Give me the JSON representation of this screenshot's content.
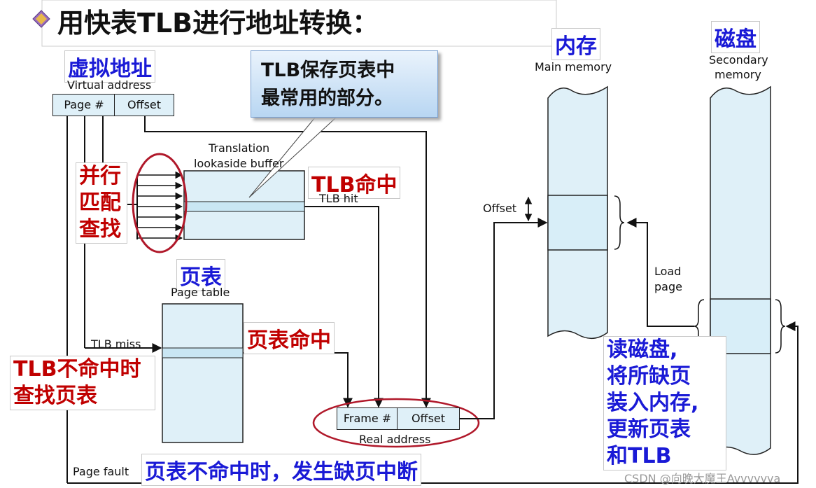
{
  "title": "用快表TLB进行地址转换：",
  "virtual_address": {
    "cn": "虚拟地址",
    "en": "Virtual address",
    "page_label": "Page #",
    "offset_label": "Offset"
  },
  "tlb": {
    "en_line1": "Translation",
    "en_line2": "lookaside buffer",
    "hit_cn": "TLB命中",
    "hit_en": "TLB hit",
    "callout_line1": "TLB保存页表中",
    "callout_line2": "最常用的部分。"
  },
  "parallel": {
    "line1": "并行",
    "line2": "匹配",
    "line3": "查找"
  },
  "page_table": {
    "cn": "页表",
    "en": "Page table",
    "hit_cn": "页表命中"
  },
  "tlb_miss": {
    "en": "TLB miss",
    "cn_line1": "TLB不命中时",
    "cn_line2": "查找页表"
  },
  "real_address": {
    "frame_label": "Frame #",
    "offset_label": "Offset",
    "en": "Real address"
  },
  "page_fault": {
    "en": "Page fault",
    "cn": "页表不命中时，发生缺页中断"
  },
  "main_memory": {
    "cn": "内存",
    "en": "Main memory",
    "offset_label": "Offset"
  },
  "secondary": {
    "cn": "磁盘",
    "en_line1": "Secondary",
    "en_line2": "memory",
    "load_line1": "Load",
    "load_line2": "page"
  },
  "disk_read": {
    "line1": "读磁盘,",
    "line2": "将所缺页",
    "line3": "装入内存,",
    "line4": "更新页表",
    "line5": "和TLB"
  },
  "watermark": "CSDN @向晚大魔王Avvvvvva",
  "colors": {
    "blue_text": "#1a1ad6",
    "red_text": "#c00000",
    "cell_fill": "#dff0f8",
    "ellipse": "#b0182a"
  }
}
